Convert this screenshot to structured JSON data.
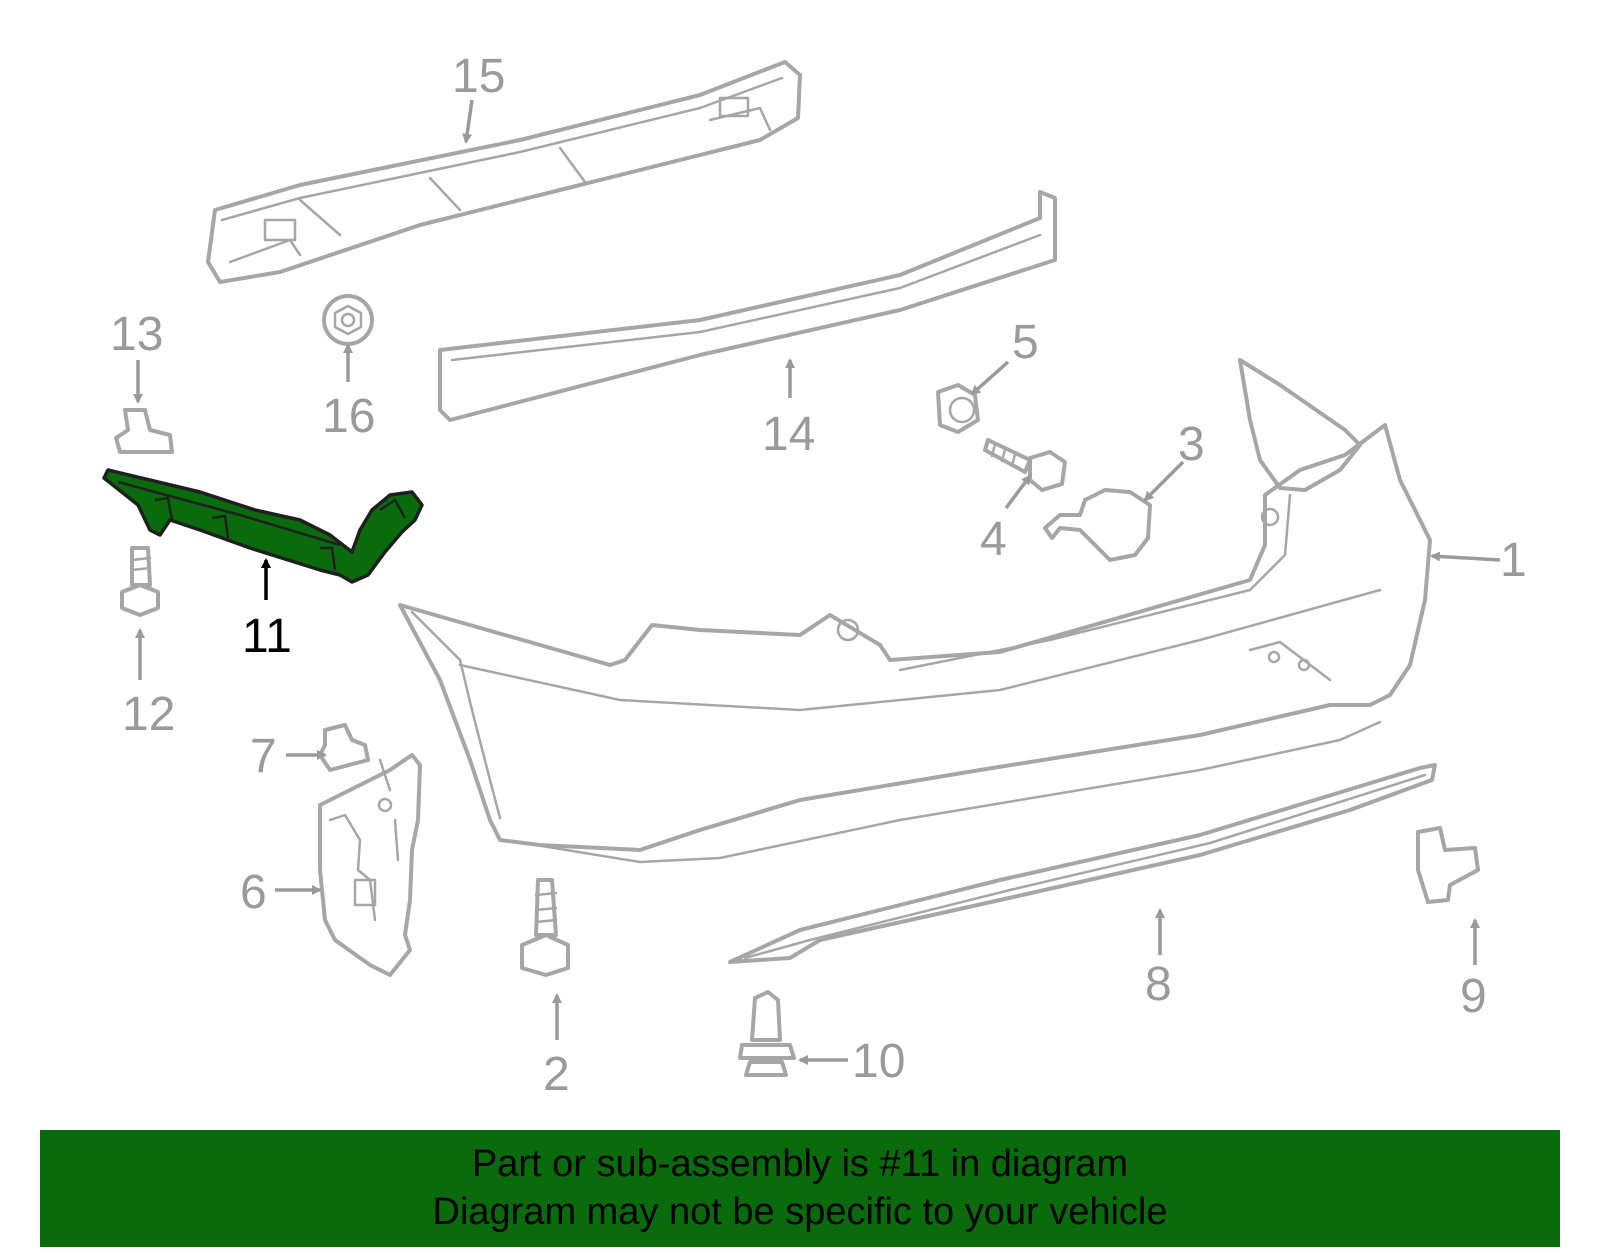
{
  "highlight_color": "#0a6b0c",
  "highlighted_part": "11",
  "callouts": {
    "c1": "1",
    "c2": "2",
    "c3": "3",
    "c4": "4",
    "c5": "5",
    "c6": "6",
    "c7": "7",
    "c8": "8",
    "c9": "9",
    "c10": "10",
    "c11": "11",
    "c12": "12",
    "c13": "13",
    "c14": "14",
    "c15": "15",
    "c16": "16"
  },
  "banner": {
    "line1": "Part or sub-assembly is #11 in diagram",
    "line2": "Diagram may not be specific to your vehicle"
  }
}
